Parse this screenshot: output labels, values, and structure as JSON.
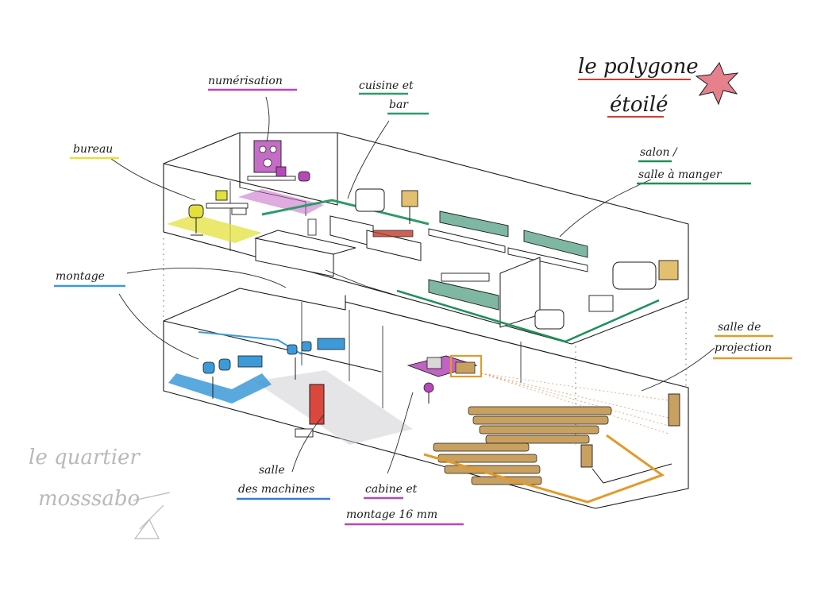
{
  "title": {
    "line1": "le polygone",
    "line2": "étoilé"
  },
  "labels": {
    "bureau": "bureau",
    "numerisation": "numérisation",
    "cuisine_line1": "cuisine et",
    "cuisine_line2": "bar",
    "salon_line1": "salon /",
    "salon_line2": "salle à manger",
    "montage": "montage",
    "projection_line1": "salle de",
    "projection_line2": "projection",
    "machines_line1": "salle",
    "machines_line2": "des machines",
    "cabine_line1": "cabine et",
    "cabine_line2": "montage 16 mm"
  },
  "signature": {
    "line1": "le quartier",
    "line2": "mosssabo"
  },
  "colors": {
    "bureau": "#e3e03c",
    "numerisation": "#b648b8",
    "cuisine": "#2e9a6a",
    "salon": "#1f8f5b",
    "montage": "#3c9ad8",
    "projection": "#e39a2a",
    "machines": "#3c7ad8",
    "cabine": "#b648b8",
    "title_underline": "#d83a2a",
    "star": "#e06a78",
    "seats": "#c8a060",
    "door": "#d8362a",
    "table_green": "#7fb8a2"
  }
}
